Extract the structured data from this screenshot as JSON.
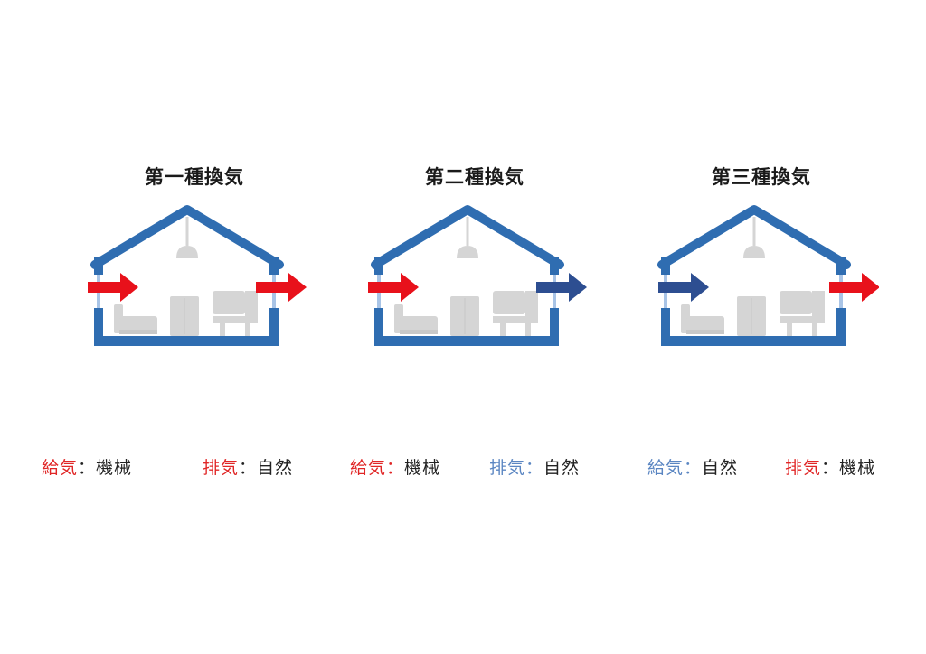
{
  "colors": {
    "wall": "#2f6db1",
    "furniture": "#d5d5d5",
    "mechanical_supply": "#e8111b",
    "mechanical_exhaust": "#2d4e91",
    "natural_label": "#5b86c2",
    "mechanical_label": "#e02626"
  },
  "panels": [
    {
      "title": "第一種換気",
      "intake_arrow": "red-arrow",
      "exhaust_arrow": "red-arrow",
      "supply": {
        "label": "給気",
        "sep": "：",
        "value": "機械"
      },
      "exhaust": {
        "label": "排気",
        "sep": "：",
        "value": "自然"
      }
    },
    {
      "title": "第二種換気",
      "intake_arrow": "red-arrow",
      "exhaust_arrow": "navy-arrow",
      "supply": {
        "label": "給気",
        "sep": "：",
        "value": "機械"
      },
      "exhaust": {
        "label": "排気",
        "sep": "：",
        "value": "自然"
      }
    },
    {
      "title": "第三種換気",
      "intake_arrow": "navy-arrow",
      "exhaust_arrow": "red-arrow",
      "supply": {
        "label": "給気",
        "sep": "：",
        "value": "自然"
      },
      "exhaust": {
        "label": "排気",
        "sep": "：",
        "value": "機械"
      }
    }
  ]
}
